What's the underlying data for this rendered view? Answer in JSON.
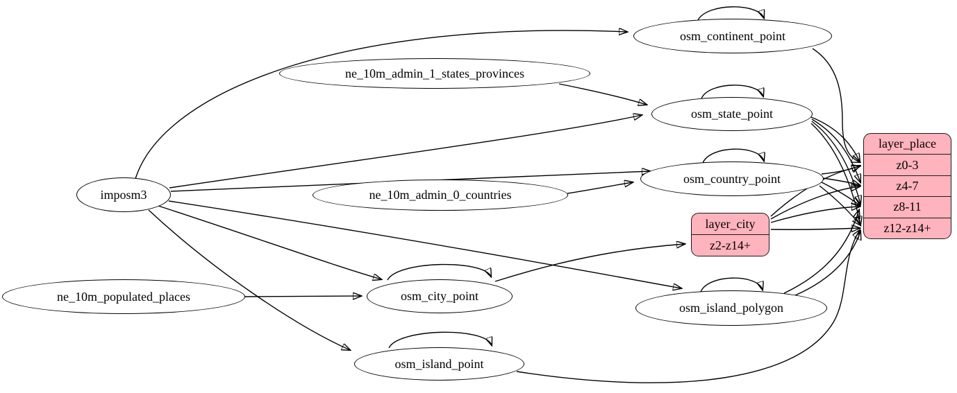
{
  "diagram": {
    "background_color": "#ffffff",
    "edge_color": "#000000",
    "table_fill_color": "#ffffff",
    "layer_fill_color": "#ffb3bd",
    "sources": {
      "imposm3": {
        "label": "imposm3"
      },
      "ne_10m_admin_1_states_provinces": {
        "label": "ne_10m_admin_1_states_provinces"
      },
      "ne_10m_admin_0_countries": {
        "label": "ne_10m_admin_0_countries"
      },
      "ne_10m_populated_places": {
        "label": "ne_10m_populated_places"
      }
    },
    "tables": {
      "osm_continent_point": {
        "label": "osm_continent_point",
        "self_loop": true
      },
      "osm_state_point": {
        "label": "osm_state_point",
        "self_loop": true
      },
      "osm_country_point": {
        "label": "osm_country_point",
        "self_loop": true
      },
      "osm_city_point": {
        "label": "osm_city_point",
        "self_loop": true
      },
      "osm_island_polygon": {
        "label": "osm_island_polygon",
        "self_loop": true
      },
      "osm_island_point": {
        "label": "osm_island_point",
        "self_loop": true
      }
    },
    "layers": {
      "layer_place": {
        "title": "layer_place",
        "rows": [
          "z0-3",
          "z4-7",
          "z8-11",
          "z12-z14+"
        ]
      },
      "layer_city": {
        "title": "layer_city",
        "rows": [
          "z2-z14+"
        ]
      }
    },
    "edges": [
      {
        "from": "imposm3",
        "to": "osm_continent_point"
      },
      {
        "from": "imposm3",
        "to": "osm_state_point"
      },
      {
        "from": "imposm3",
        "to": "osm_country_point"
      },
      {
        "from": "imposm3",
        "to": "osm_city_point"
      },
      {
        "from": "imposm3",
        "to": "osm_island_polygon"
      },
      {
        "from": "imposm3",
        "to": "osm_island_point"
      },
      {
        "from": "ne_10m_admin_1_states_provinces",
        "to": "osm_state_point"
      },
      {
        "from": "ne_10m_admin_0_countries",
        "to": "osm_country_point"
      },
      {
        "from": "ne_10m_populated_places",
        "to": "osm_city_point"
      },
      {
        "from": "osm_continent_point",
        "to": "osm_continent_point"
      },
      {
        "from": "osm_state_point",
        "to": "osm_state_point"
      },
      {
        "from": "osm_country_point",
        "to": "osm_country_point"
      },
      {
        "from": "osm_city_point",
        "to": "osm_city_point"
      },
      {
        "from": "osm_island_polygon",
        "to": "osm_island_polygon"
      },
      {
        "from": "osm_island_point",
        "to": "osm_island_point"
      },
      {
        "from": "osm_city_point",
        "to": "layer_city:z2-z14+"
      },
      {
        "from": "osm_continent_point",
        "to": "layer_place:z0-3"
      },
      {
        "from": "osm_state_point",
        "to": "layer_place:z0-3"
      },
      {
        "from": "osm_state_point",
        "to": "layer_place:z4-7"
      },
      {
        "from": "osm_state_point",
        "to": "layer_place:z8-11"
      },
      {
        "from": "osm_state_point",
        "to": "layer_place:z12-z14+"
      },
      {
        "from": "osm_country_point",
        "to": "layer_place:z0-3"
      },
      {
        "from": "osm_country_point",
        "to": "layer_place:z4-7"
      },
      {
        "from": "osm_country_point",
        "to": "layer_place:z8-11"
      },
      {
        "from": "osm_country_point",
        "to": "layer_place:z12-z14+"
      },
      {
        "from": "layer_city",
        "to": "layer_place:z0-3"
      },
      {
        "from": "layer_city",
        "to": "layer_place:z4-7"
      },
      {
        "from": "layer_city",
        "to": "layer_place:z8-11"
      },
      {
        "from": "layer_city",
        "to": "layer_place:z12-z14+"
      },
      {
        "from": "osm_island_polygon",
        "to": "layer_place:z8-11"
      },
      {
        "from": "osm_island_polygon",
        "to": "layer_place:z12-z14+"
      },
      {
        "from": "osm_island_point",
        "to": "layer_place:z12-z14+"
      }
    ]
  }
}
